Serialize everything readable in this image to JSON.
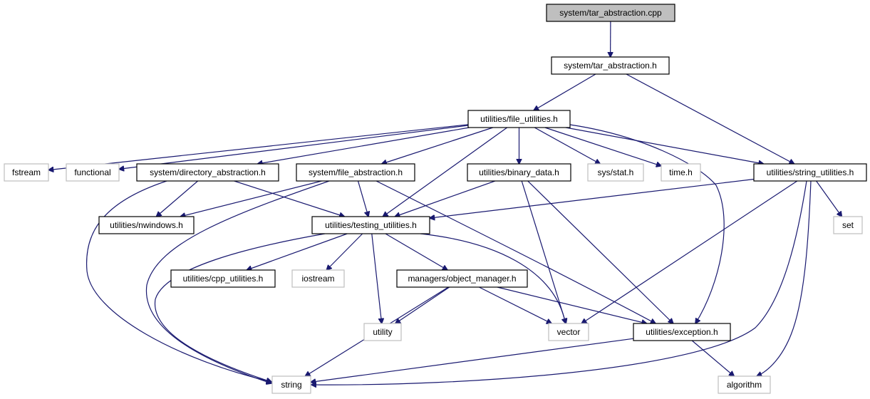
{
  "diagram": {
    "type": "include-dependency-graph",
    "colors": {
      "edge": "#191970",
      "root_fill": "#bfbfbf",
      "local_border": "#000000",
      "external_border": "#bfbfbf"
    },
    "nodes": {
      "tar_cpp": {
        "label": "system/tar_abstraction.cpp",
        "kind": "root"
      },
      "tar_h": {
        "label": "system/tar_abstraction.h",
        "kind": "local"
      },
      "file_util": {
        "label": "utilities/file_utilities.h",
        "kind": "local"
      },
      "fstream": {
        "label": "fstream",
        "kind": "external"
      },
      "functional": {
        "label": "functional",
        "kind": "external"
      },
      "dir_abs": {
        "label": "system/directory_abstraction.h",
        "kind": "local"
      },
      "file_abs": {
        "label": "system/file_abstraction.h",
        "kind": "local"
      },
      "binary": {
        "label": "utilities/binary_data.h",
        "kind": "local"
      },
      "sysstat": {
        "label": "sys/stat.h",
        "kind": "external"
      },
      "time": {
        "label": "time.h",
        "kind": "external"
      },
      "string_util": {
        "label": "utilities/string_utilities.h",
        "kind": "local"
      },
      "nwindows": {
        "label": "utilities/nwindows.h",
        "kind": "local"
      },
      "testing": {
        "label": "utilities/testing_utilities.h",
        "kind": "local"
      },
      "set": {
        "label": "set",
        "kind": "external"
      },
      "cpp_util": {
        "label": "utilities/cpp_utilities.h",
        "kind": "local"
      },
      "iostream": {
        "label": "iostream",
        "kind": "external"
      },
      "obj_mgr": {
        "label": "managers/object_manager.h",
        "kind": "local"
      },
      "utility": {
        "label": "utility",
        "kind": "external"
      },
      "vector": {
        "label": "vector",
        "kind": "external"
      },
      "exception": {
        "label": "utilities/exception.h",
        "kind": "local"
      },
      "string": {
        "label": "string",
        "kind": "external"
      },
      "algorithm": {
        "label": "algorithm",
        "kind": "external"
      }
    },
    "edges": [
      [
        "tar_cpp",
        "tar_h"
      ],
      [
        "tar_h",
        "file_util"
      ],
      [
        "tar_h",
        "string_util"
      ],
      [
        "file_util",
        "fstream"
      ],
      [
        "file_util",
        "functional"
      ],
      [
        "file_util",
        "dir_abs"
      ],
      [
        "file_util",
        "file_abs"
      ],
      [
        "file_util",
        "binary"
      ],
      [
        "file_util",
        "sysstat"
      ],
      [
        "file_util",
        "time"
      ],
      [
        "file_util",
        "string_util"
      ],
      [
        "file_util",
        "testing"
      ],
      [
        "file_util",
        "exception"
      ],
      [
        "dir_abs",
        "nwindows"
      ],
      [
        "dir_abs",
        "testing"
      ],
      [
        "dir_abs",
        "string"
      ],
      [
        "file_abs",
        "nwindows"
      ],
      [
        "file_abs",
        "testing"
      ],
      [
        "file_abs",
        "string"
      ],
      [
        "file_abs",
        "exception"
      ],
      [
        "binary",
        "testing"
      ],
      [
        "binary",
        "vector"
      ],
      [
        "binary",
        "exception"
      ],
      [
        "string_util",
        "testing"
      ],
      [
        "string_util",
        "set"
      ],
      [
        "string_util",
        "vector"
      ],
      [
        "string_util",
        "string"
      ],
      [
        "string_util",
        "algorithm"
      ],
      [
        "testing",
        "cpp_util"
      ],
      [
        "testing",
        "iostream"
      ],
      [
        "testing",
        "obj_mgr"
      ],
      [
        "testing",
        "utility"
      ],
      [
        "testing",
        "vector"
      ],
      [
        "testing",
        "string"
      ],
      [
        "obj_mgr",
        "utility"
      ],
      [
        "obj_mgr",
        "vector"
      ],
      [
        "obj_mgr",
        "exception"
      ],
      [
        "obj_mgr",
        "string"
      ],
      [
        "exception",
        "string"
      ],
      [
        "exception",
        "algorithm"
      ]
    ]
  }
}
